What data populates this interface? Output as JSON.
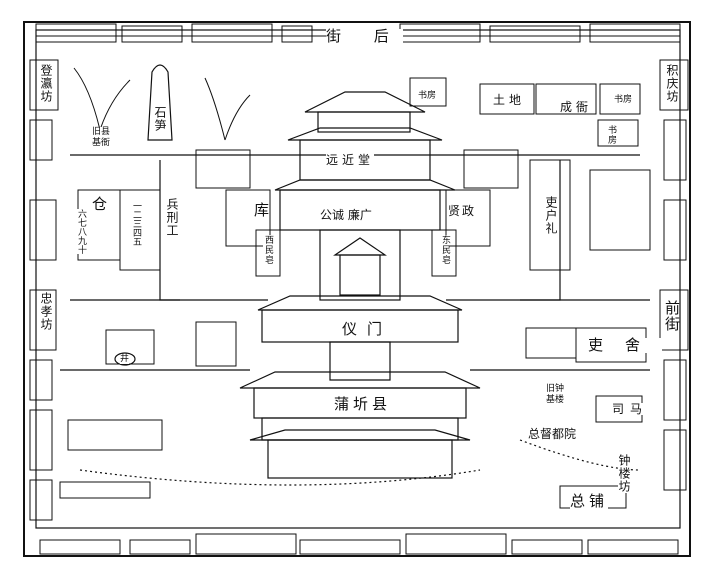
{
  "labels": {
    "back_street": "街 后",
    "front_street": "前街",
    "dengying_fang": "登瀛坊",
    "jiqing_fang": "积庆坊",
    "zhongxiao_fang": "忠孝坊",
    "zhonglou_fang": "钟楼坊",
    "old_county": "旧县基衙",
    "shi_sun": "石笋",
    "cang": "仓",
    "bing_gong": "兵刑工",
    "bing_nums": "一二三四五",
    "cang_nums": "六七八九十",
    "ku": "库",
    "yuanjin_tang": "远近堂",
    "gongcheng_lianguang": "公诚 廉广",
    "xian_zheng": "贤政",
    "xi_minzao": "西民皂",
    "dong_minzao": "东民皂",
    "li_hu_li": "吏户礼",
    "yi_men": "仪门",
    "li_she": "吏舍",
    "jing": "井",
    "pufang_xian": "蒲圻县",
    "jiu_zhonglou": "旧钟基楼",
    "si_ma": "司马",
    "zongdu_yuan": "总督都院",
    "zong_pu": "总铺",
    "tu_di": "土地",
    "cheng_huang": "成衙",
    "shu_fang_1": "书房",
    "shu_fang_2": "书房",
    "shu_fang_3": "书房"
  }
}
